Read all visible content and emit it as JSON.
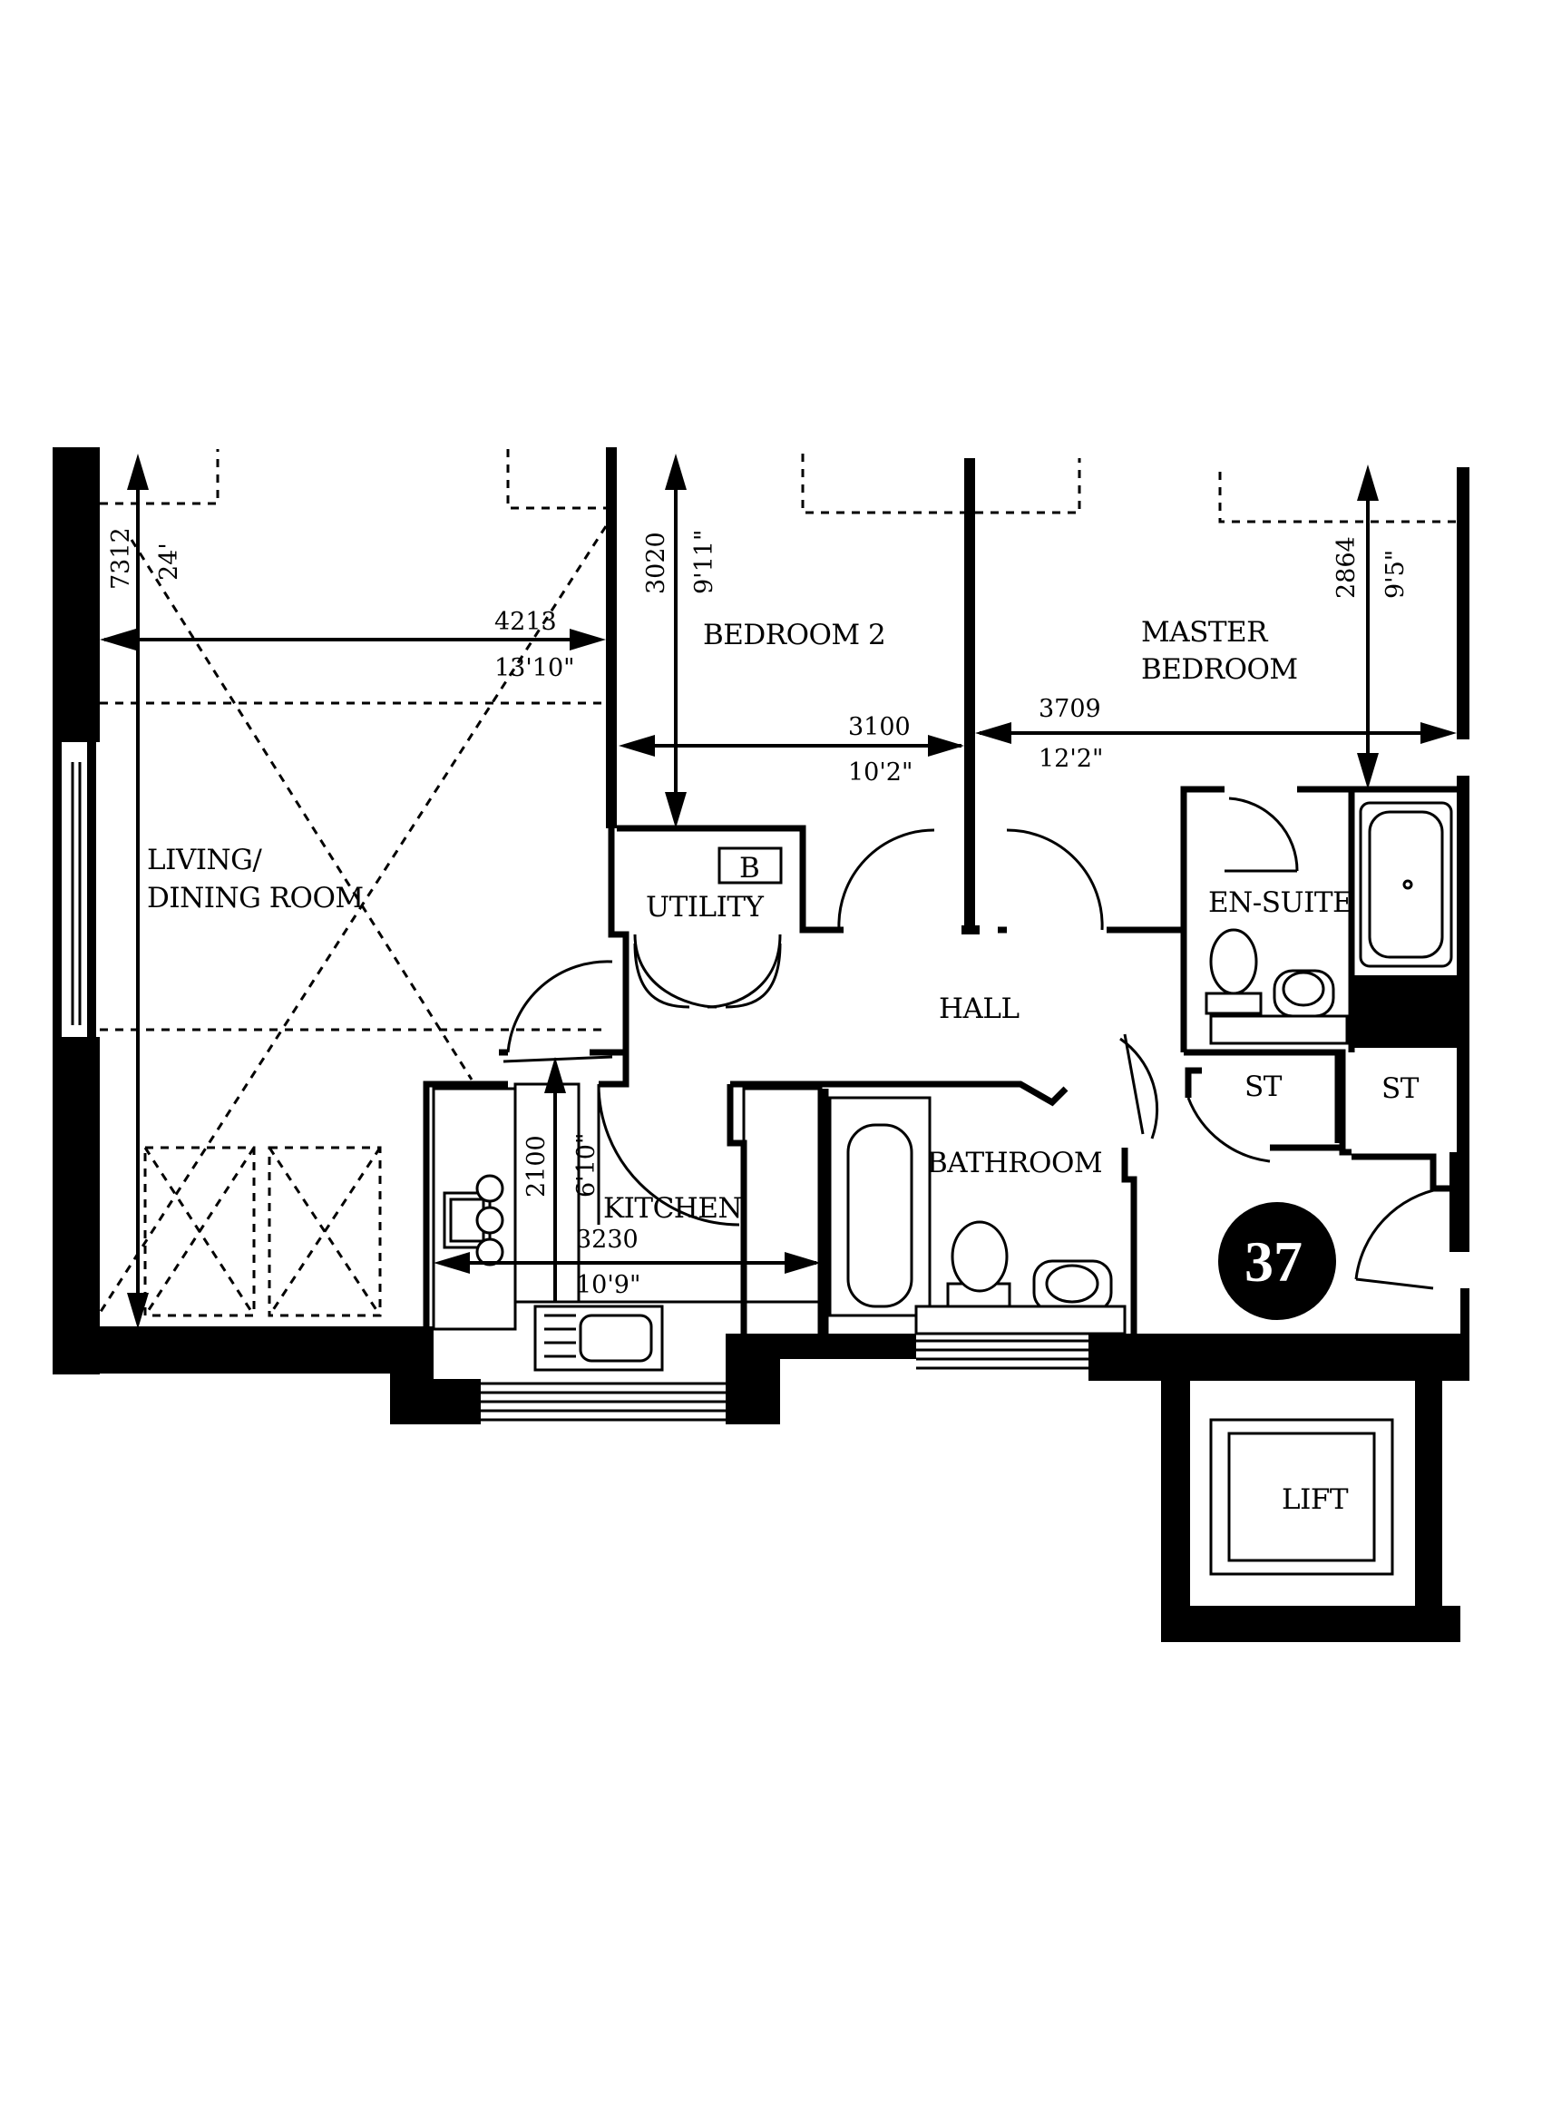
{
  "plan": {
    "unit_number": "37",
    "rooms": {
      "living": [
        "LIVING/",
        "DINING ROOM"
      ],
      "bedroom2": "BEDROOM 2",
      "master": [
        "MASTER",
        "BEDROOM"
      ],
      "utility": "UTILITY",
      "boiler": "B",
      "hall": "HALL",
      "ensuite": "EN-SUITE",
      "store1": "ST",
      "store2": "ST",
      "bathroom": "BATHROOM",
      "kitchen": "KITCHEN",
      "lift": "LIFT"
    },
    "dimensions": {
      "living_length_mm": "7312",
      "living_length_ft": "24'",
      "living_width_mm": "4213",
      "living_width_ft": "13'10\"",
      "bed2_length_mm": "3020",
      "bed2_length_ft": "9'11\"",
      "bed2_width_mm": "3100",
      "bed2_width_ft": "10'2\"",
      "master_length_mm": "2864",
      "master_length_ft": "9'5\"",
      "master_width_mm": "3709",
      "master_width_ft": "12'2\"",
      "kitchen_length_mm": "2100",
      "kitchen_length_ft": "6'10\"",
      "kitchen_width_mm": "3230",
      "kitchen_width_ft": "10'9\""
    }
  }
}
